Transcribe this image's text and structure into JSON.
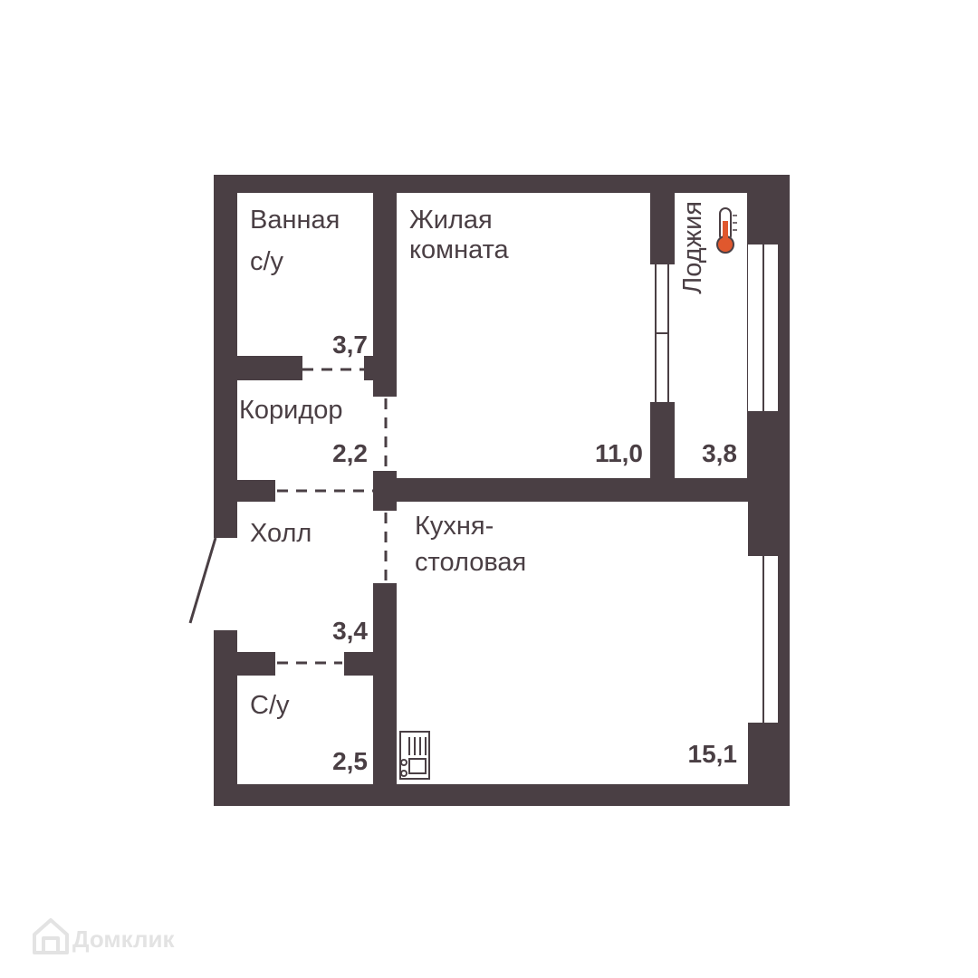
{
  "rooms": {
    "bath": {
      "name_line1": "Ванная",
      "name_line2": "с/у",
      "area": "3,7"
    },
    "living": {
      "name_line1": "Жилая",
      "name_line2": "комната",
      "area": "11,0"
    },
    "loggia": {
      "name": "Лоджия",
      "area": "3,8"
    },
    "corridor": {
      "name": "Коридор",
      "area": "2,2"
    },
    "hall": {
      "name": "Холл",
      "area": "3,4"
    },
    "kitchen": {
      "name_line1": "Кухня-",
      "name_line2": "столовая",
      "area": "15,1"
    },
    "wc": {
      "name": "С/у",
      "area": "2,5"
    }
  },
  "icons": {
    "loggia": "thermometer-icon",
    "kitchen": "stove-sink-icon",
    "watermark": "house-logo-icon"
  },
  "watermark": {
    "text": "Домклик"
  },
  "colors": {
    "wall": "#4a3f44",
    "thermo": "#e0582e",
    "watermark": "#e3e3e3"
  }
}
